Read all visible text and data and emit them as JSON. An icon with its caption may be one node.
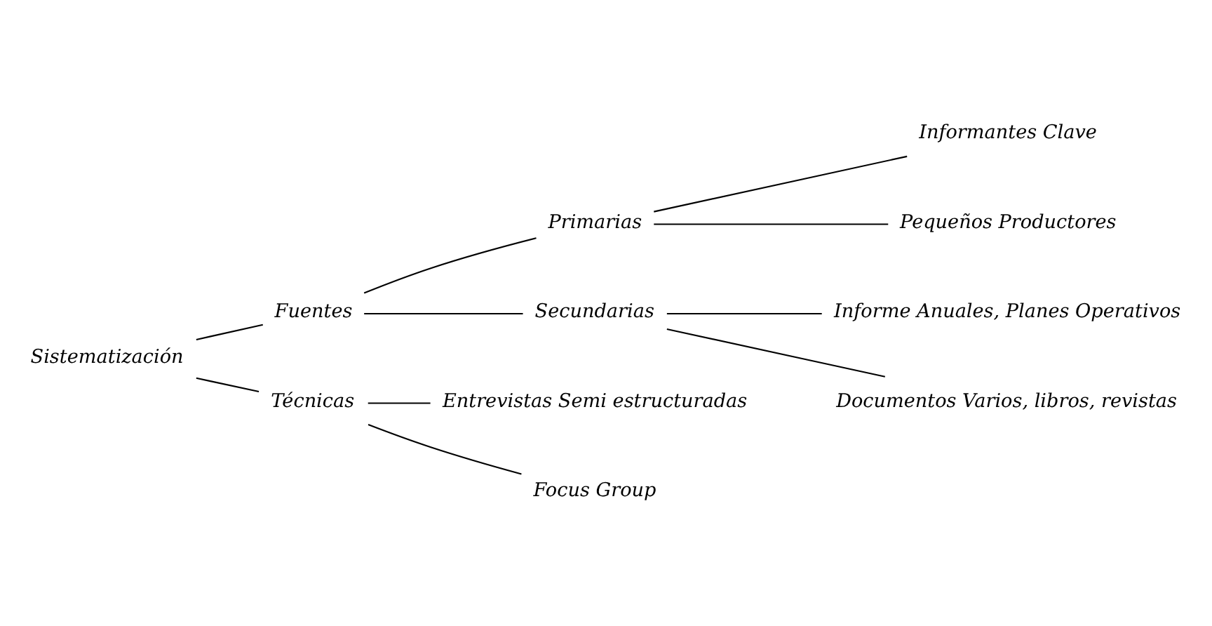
{
  "diagram": {
    "nodes": [
      {
        "text": [
          "Sistematización"
        ]
      },
      {
        "text": [
          "Fuentes"
        ]
      },
      {
        "text": [
          "Primarias"
        ]
      },
      {
        "text": [
          "Informantes Clave"
        ]
      },
      {
        "text": [
          "Pequeños Productores"
        ]
      },
      {
        "text": [
          "Secundarias"
        ]
      },
      {
        "text": [
          "Informe Anuales, Planes Operativos"
        ]
      },
      {
        "text": [
          "Documentos Varios, libros, revistas"
        ]
      },
      {
        "text": [
          "Técnicas"
        ]
      },
      {
        "text": [
          "Entrevistas Semi estructuradas"
        ]
      },
      {
        "text": [
          "Focus Group"
        ]
      }
    ],
    "edges": [
      {
        "from": 0,
        "to": 1,
        "arrow": "none"
      },
      {
        "from": 0,
        "to": 8,
        "arrow": "none"
      },
      {
        "from": 1,
        "to": 2,
        "arrow": "none"
      },
      {
        "from": 1,
        "to": 5,
        "arrow": "none"
      },
      {
        "from": 2,
        "to": 3,
        "arrow": "none"
      },
      {
        "from": 2,
        "to": 4,
        "arrow": "none"
      },
      {
        "from": 5,
        "to": 6,
        "arrow": "none"
      },
      {
        "from": 5,
        "to": 7,
        "arrow": "none"
      },
      {
        "from": 8,
        "to": 9,
        "arrow": "none"
      },
      {
        "from": 8,
        "to": 10,
        "arrow": "none"
      }
    ]
  }
}
